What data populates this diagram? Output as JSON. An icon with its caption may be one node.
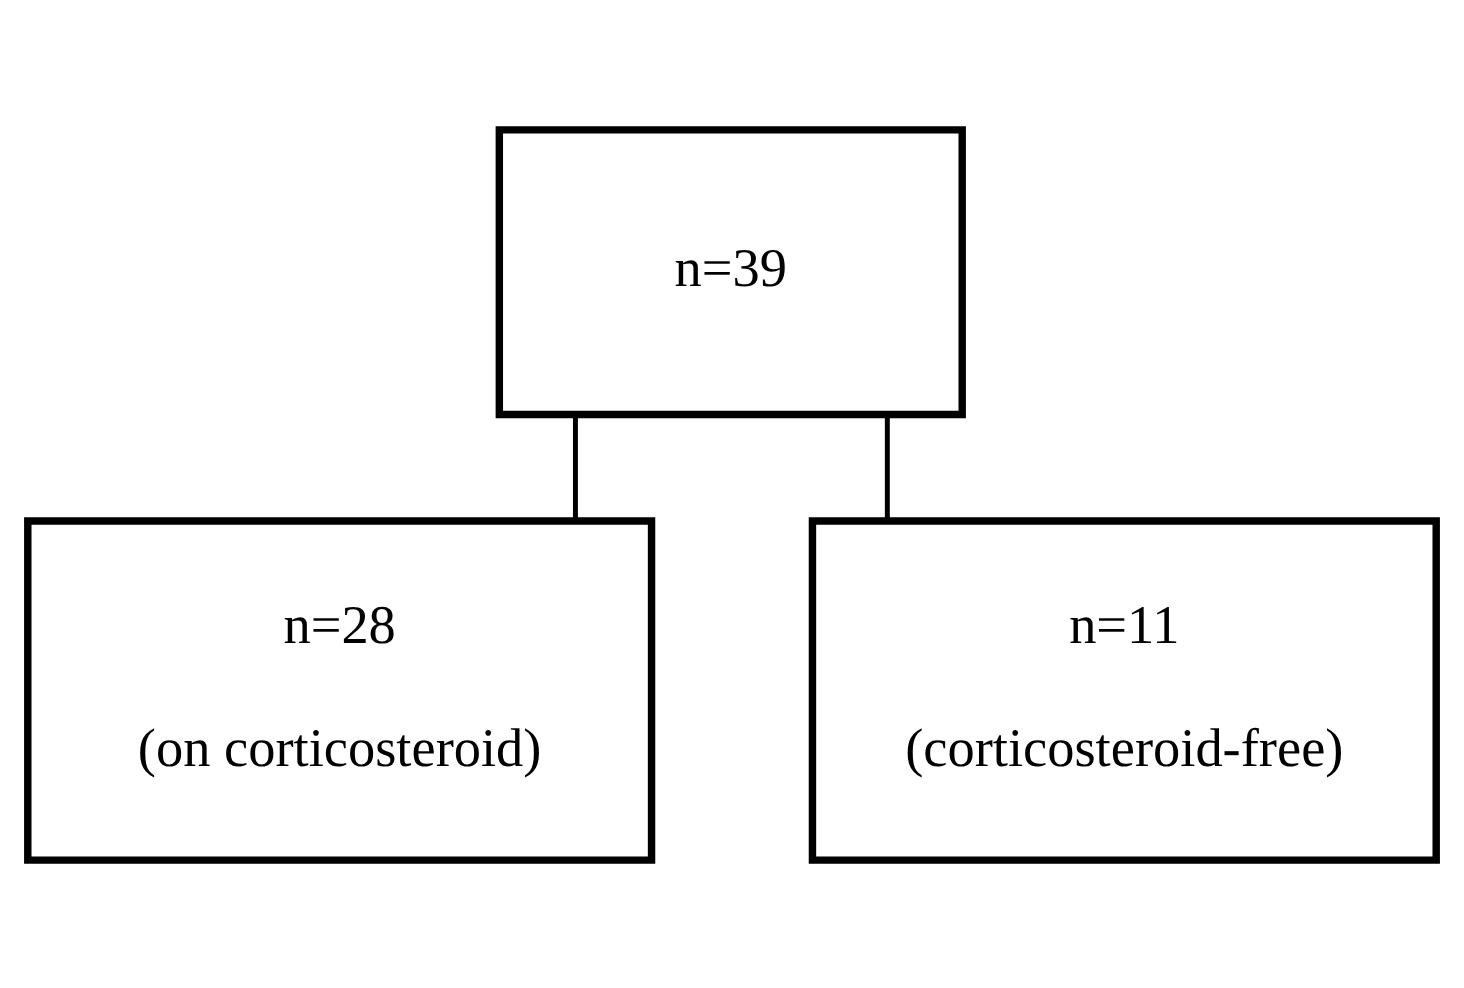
{
  "diagram": {
    "nodes": [
      {
        "text": [
          "n=39"
        ]
      },
      {
        "text": [
          "n=28",
          "(on corticosteroid)"
        ]
      },
      {
        "text": [
          "n=11",
          "(corticosteroid-free)"
        ]
      }
    ],
    "edges": [
      {
        "from": 0,
        "to": 1,
        "arrow": "none"
      },
      {
        "from": 0,
        "to": 2,
        "arrow": "none"
      }
    ]
  }
}
